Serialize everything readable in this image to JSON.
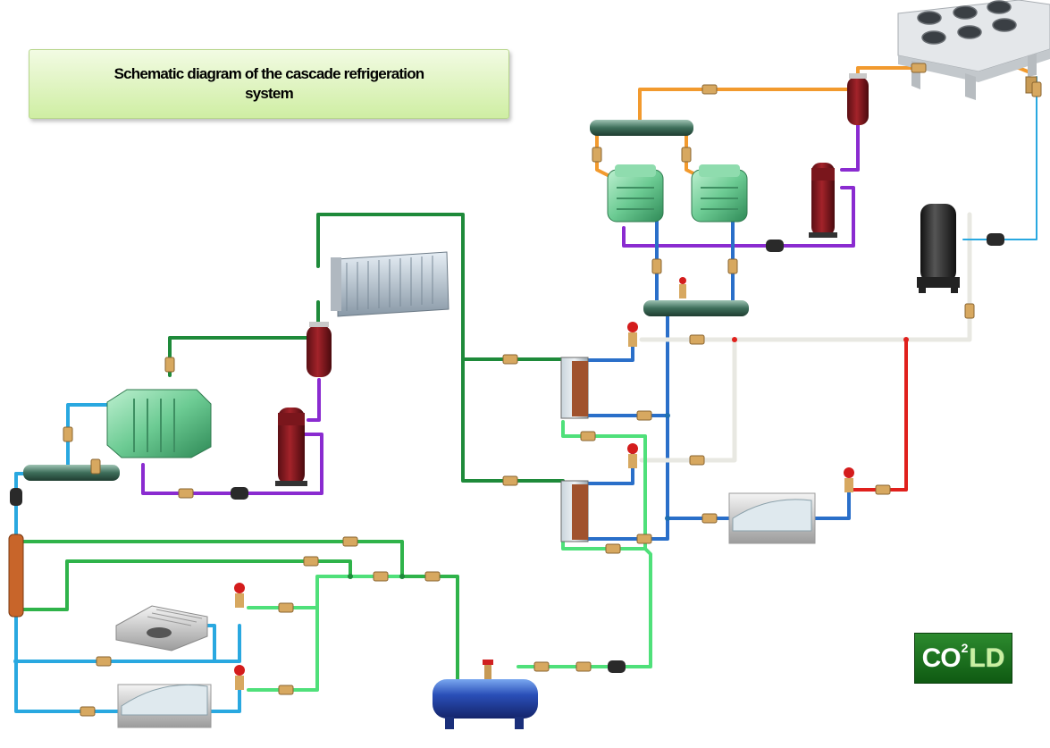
{
  "title": "Schematic diagram of the  cascade refrigeration\nsystem",
  "logo": {
    "co": "CO",
    "sup": "2",
    "ld": "LD"
  },
  "colors": {
    "dark_green": "#1f8a3c",
    "green": "#2fb34a",
    "light_green": "#4fe07a",
    "cyan": "#29a8e0",
    "blue": "#2a6fc9",
    "orange": "#f29a2e",
    "purple": "#8a2bd0",
    "white_pipe": "#f2f2ee",
    "red": "#e0201c"
  }
}
